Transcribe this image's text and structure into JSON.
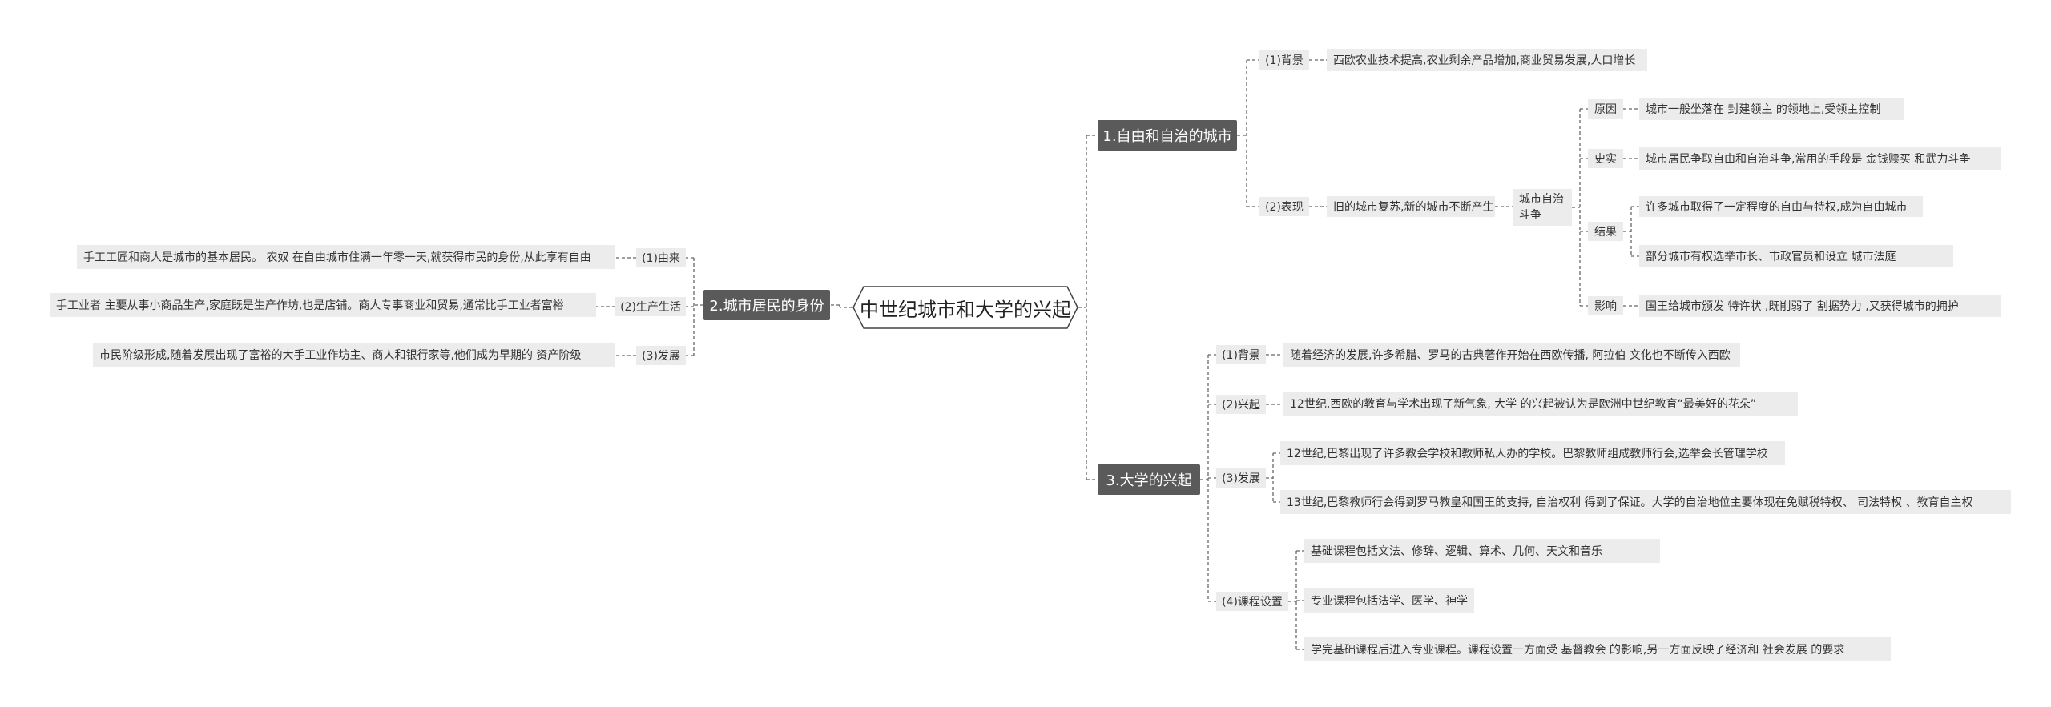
{
  "root": "中世纪城市和大学的兴起",
  "branches": {
    "b1": {
      "label": "1.自由和自治的城市",
      "bg": {
        "label": "(1)背景",
        "text": "西欧农业技术提高,农业剩余产品增加,商业贸易发展,人口增长"
      },
      "bx": {
        "label": "(2)表现",
        "text": "旧的城市复苏,新的城市不断产生",
        "struggle": "城市自治斗争",
        "reason_label": "原因",
        "reason_text": "城市一般坐落在    封建领主    的领地上,受领主控制",
        "fact_label": "史实",
        "fact_text": "城市居民争取自由和自治斗争,常用的手段是    金钱赎买    和武力斗争",
        "result_label": "结果",
        "result_1": "许多城市取得了一定程度的自由与特权,成为自由城市",
        "result_2": "部分城市有权选举市长、市政官员和设立    城市法庭",
        "effect_label": "影响",
        "effect_text": "国王给城市颁发    特许状    ,既削弱了    割据势力    ,又获得城市的拥护"
      }
    },
    "b2": {
      "label": "2.城市居民的身份",
      "origin_label": "(1)由来",
      "origin_text": "手工工匠和商人是城市的基本居民。    农奴    在自由城市住满一年零一天,就获得市民的身份,从此享有自由",
      "life_label": "(2)生产生活",
      "life_text": "手工业者    主要从事小商品生产,家庭既是生产作坊,也是店铺。商人专事商业和贸易,通常比手工业者富裕",
      "dev_label": "(3)发展",
      "dev_text": "市民阶级形成,随着发展出现了富裕的大手工业作坊主、商人和银行家等,他们成为早期的    资产阶级"
    },
    "b3": {
      "label": "3.大学的兴起",
      "bg_label": "(1)背景",
      "bg_text": "随着经济的发展,许多希腊、罗马的古典著作开始在西欧传播,    阿拉伯    文化也不断传入西欧",
      "rise_label": "(2)兴起",
      "rise_text": "12世纪,西欧的教育与学术出现了新气象,    大学    的兴起被认为是欧洲中世纪教育“最美好的花朵”",
      "dev_label": "(3)发展",
      "dev_1": "12世纪,巴黎出现了许多教会学校和教师私人办的学校。巴黎教师组成教师行会,选举会长管理学校",
      "dev_2": "13世纪,巴黎教师行会得到罗马教皇和国王的支持,    自治权利    得到了保证。大学的自治地位主要体现在免赋税特权、    司法特权    、教育自主权",
      "course_label": "(4)课程设置",
      "course_1": "基础课程包括文法、修辞、逻辑、算术、几何、天文和音乐",
      "course_2": "专业课程包括法学、医学、神学",
      "course_3": "学完基础课程后进入专业课程。课程设置一方面受    基督教会    的影响,另一方面反映了经济和    社会发展    的要求"
    }
  },
  "colors": {
    "main_fill": "#5a5a5a",
    "sub_fill": "#ececec",
    "line": "#666666",
    "text": "#333333"
  }
}
